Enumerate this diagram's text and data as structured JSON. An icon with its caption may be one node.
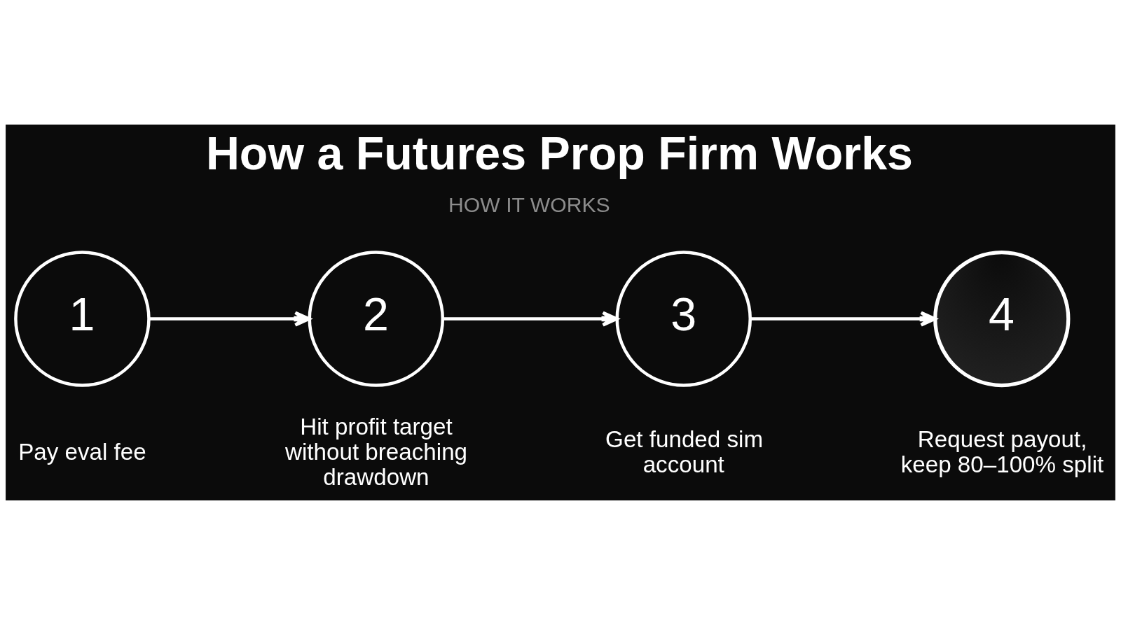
{
  "diagram": {
    "title": "How a Futures Prop Firm Works",
    "nodes": [
      {
        "text": [
          "1"
        ],
        "beside": [
          "Pay eval fee"
        ]
      },
      {
        "text": [
          "2"
        ],
        "beside": [
          "Hit profit target without breaching drawdown"
        ]
      },
      {
        "text": [
          "3"
        ],
        "beside": [
          "Get funded sim account"
        ]
      },
      {
        "text": [
          "4"
        ],
        "beside": [
          "Request payout, keep 80–100% split"
        ]
      }
    ],
    "edges": [
      {
        "from": 0,
        "to": 1,
        "arrow": "to"
      },
      {
        "from": 1,
        "to": 2,
        "arrow": "to"
      },
      {
        "from": 2,
        "to": 3,
        "arrow": "to"
      }
    ],
    "labels": [
      "HOW IT WORKS"
    ]
  }
}
